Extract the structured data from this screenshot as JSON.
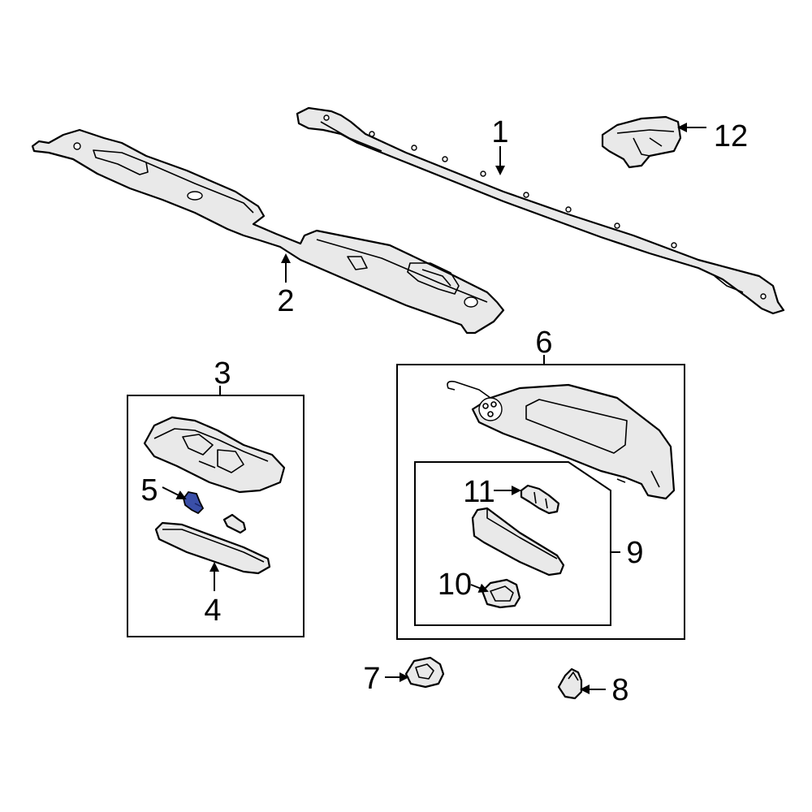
{
  "callouts": {
    "c1": "1",
    "c2": "2",
    "c3": "3",
    "c4": "4",
    "c5": "5",
    "c6": "6",
    "c7": "7",
    "c8": "8",
    "c9": "9",
    "c10": "10",
    "c11": "11",
    "c12": "12"
  },
  "colors": {
    "highlight_part": "#3a4fa8",
    "part_fill": "#e9e9e9",
    "outline": "#000000"
  }
}
